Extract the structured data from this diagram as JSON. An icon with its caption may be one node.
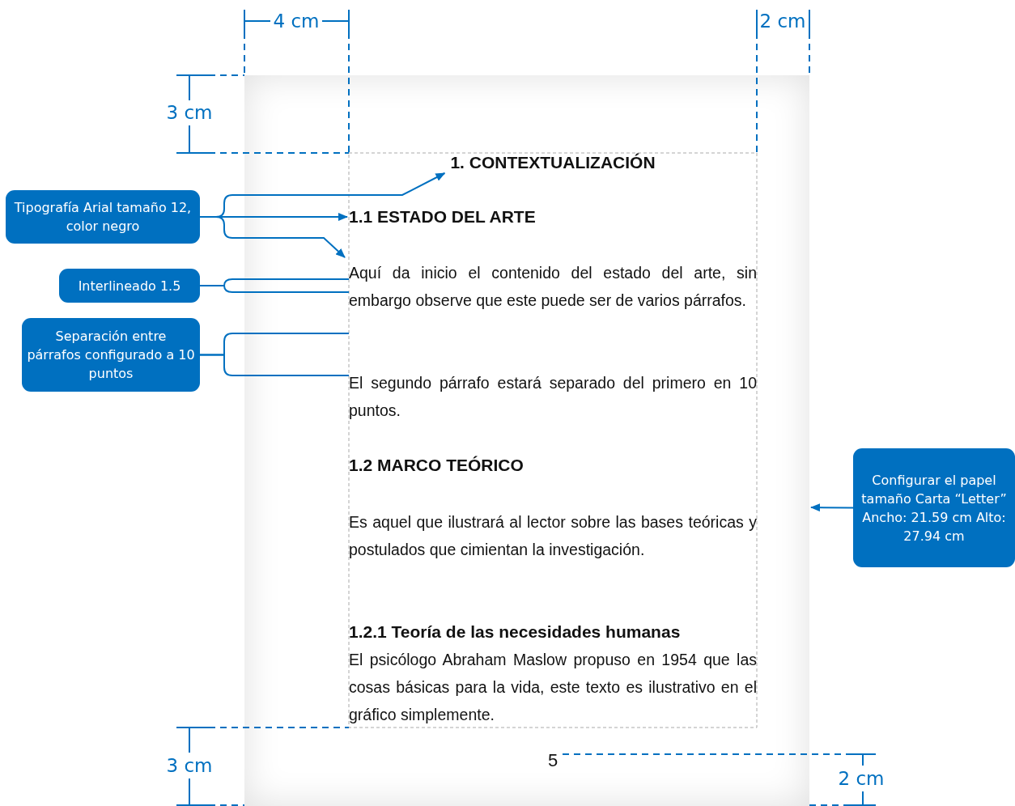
{
  "diagram": {
    "nodes": [
      {
        "text": [],
        "shape": "box"
      },
      {
        "text": [
          "1. CONTEXTUALIZACIÓN"
        ],
        "in": 0
      },
      {
        "text": [
          "1.1 ESTADO DEL ARTE"
        ],
        "in": 0
      },
      {
        "text": [
          "Aquí da inicio el contenido del estado del arte, sin embargo observe que este puede ser de varios párrafos."
        ],
        "in": 0
      },
      {
        "text": [
          "El segundo párrafo estará separado del primero en 10 puntos."
        ],
        "in": 0
      },
      {
        "text": [
          "1.2 MARCO TEÓRICO"
        ],
        "in": 0
      },
      {
        "text": [
          "Es aquel que ilustrará al lector sobre las bases teóricas y postulados que cimientan la investigación."
        ],
        "in": 0
      },
      {
        "text": [
          "1.2.1 Teoría de las necesidades humanas"
        ],
        "in": 0
      },
      {
        "text": [
          "El psicólogo Abraham Maslow propuso en 1954 que las cosas básicas para la vida, este texto es ilustrativo en el gráfico simplemente."
        ],
        "in": 0
      },
      {
        "text": [
          "Tipografía Arial tamaño 12, color negro"
        ]
      },
      {
        "text": [
          "Interlineado 1.5"
        ]
      },
      {
        "text": [
          "Separación entre párrafos configurado a 10 puntos"
        ]
      },
      {
        "text": [
          "Configurar el papel tamaño Carta “Letter” Ancho: 21.59 cm Alto: 27.94 cm"
        ]
      }
    ],
    "edges": [
      {
        "from": 9,
        "to": 1,
        "arrow": "to"
      },
      {
        "from": 9,
        "to": 2,
        "arrow": "to"
      },
      {
        "from": 9,
        "to": 3,
        "arrow": "to"
      },
      {
        "from": 10,
        "to": 3,
        "arrow": "none"
      },
      {
        "from": 11,
        "to": 3,
        "arrow": "none"
      },
      {
        "from": 11,
        "to": 4,
        "arrow": "none"
      },
      {
        "from": 12,
        "to": 0,
        "arrow": "to"
      }
    ],
    "labels": [
      "4 cm",
      "2 cm",
      "3 cm",
      "3 cm",
      "5",
      "2 cm"
    ]
  }
}
